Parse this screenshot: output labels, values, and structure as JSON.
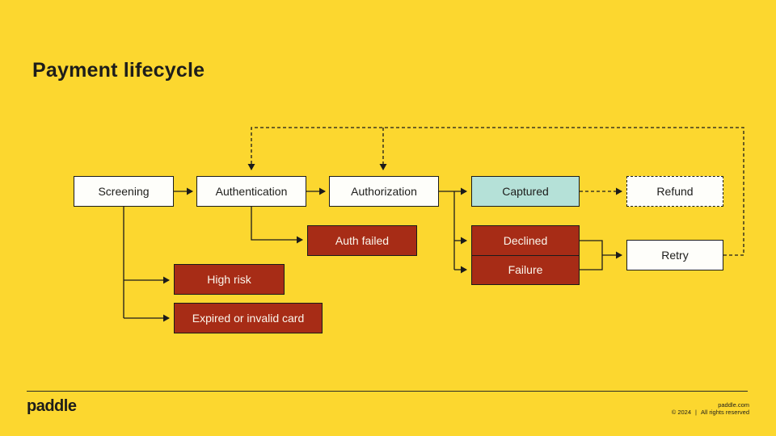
{
  "slide": {
    "title": "Payment lifecycle"
  },
  "diagram": {
    "nodes": {
      "screening": {
        "label": "Screening",
        "style": "white"
      },
      "authentication": {
        "label": "Authentication",
        "style": "white"
      },
      "authorization": {
        "label": "Authorization",
        "style": "white"
      },
      "captured": {
        "label": "Captured",
        "style": "teal"
      },
      "refund": {
        "label": "Refund",
        "style": "white-dashed"
      },
      "auth_failed": {
        "label": "Auth failed",
        "style": "red"
      },
      "high_risk": {
        "label": "High risk",
        "style": "red"
      },
      "expired": {
        "label": "Expired or invalid card",
        "style": "red"
      },
      "declined": {
        "label": "Declined",
        "style": "red"
      },
      "failure": {
        "label": "Failure",
        "style": "red"
      },
      "retry": {
        "label": "Retry",
        "style": "white"
      }
    },
    "edges": [
      "screening -> authentication (solid)",
      "authentication -> authorization (solid)",
      "authorization -> captured (solid)",
      "authorization -> declined (solid)",
      "authorization -> failure (solid)",
      "authentication -> auth_failed (solid)",
      "screening -> high_risk (solid)",
      "screening -> expired (solid)",
      "declined+failure -> retry (solid)",
      "captured -> refund (dashed)",
      "retry -> authentication (dashed loop)",
      "retry -> authorization (dashed loop)"
    ],
    "colors": {
      "background": "#FCD72F",
      "box_white": "#FEFEFA",
      "box_teal": "#B5E1D8",
      "box_red": "#A72C16",
      "line": "#1B1B1B",
      "text_dark": "#1D1D1B",
      "text_light": "#FBF6EC"
    }
  },
  "footer": {
    "logo": "paddle",
    "website": "paddle.com",
    "copyright": "© 2024",
    "separator": "|",
    "rights": "All rights reserved"
  }
}
